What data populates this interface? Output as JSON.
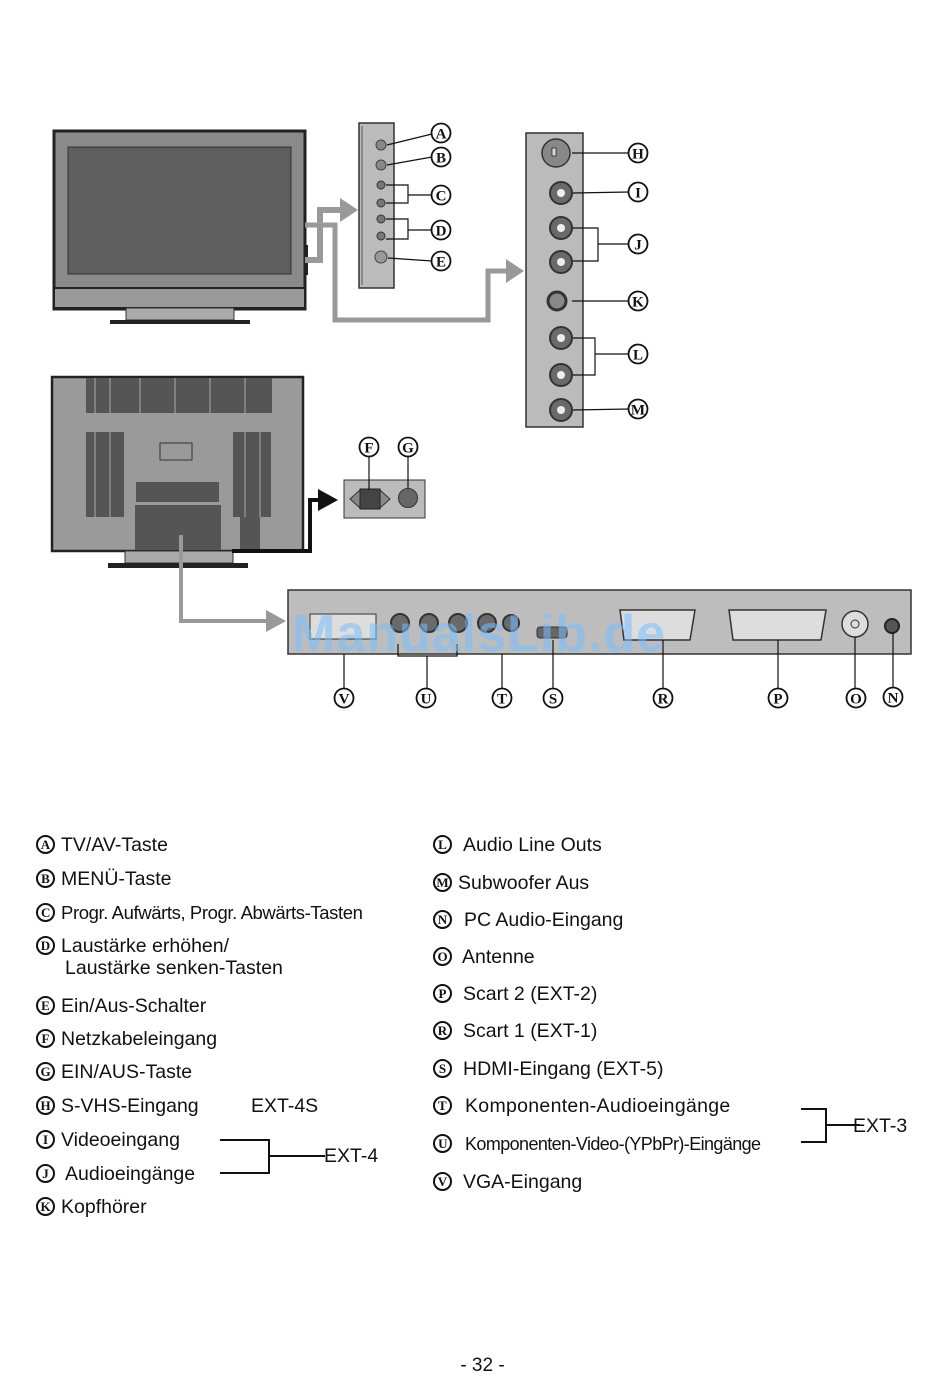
{
  "diagram": {
    "front_panel_labels": [
      "A",
      "B",
      "C",
      "D",
      "E"
    ],
    "side_panel_labels": [
      "H",
      "I",
      "J",
      "K",
      "L",
      "M"
    ],
    "power_labels": [
      "F",
      "G"
    ],
    "rear_panel_labels": [
      "V",
      "U",
      "T",
      "S",
      "R",
      "P",
      "O",
      "N"
    ],
    "watermark": "ManualsLib.de"
  },
  "legend": {
    "left": [
      {
        "letter": "A",
        "text": "TV/AV-Taste"
      },
      {
        "letter": "B",
        "text": "MENÜ-Taste"
      },
      {
        "letter": "C",
        "text": "Progr. Aufwärts, Progr. Abwärts-Tasten"
      },
      {
        "letter": "D",
        "text": "Laustärke erhöhen/",
        "text2": "Laustärke senken-Tasten"
      },
      {
        "letter": "E",
        "text": "Ein/Aus-Schalter"
      },
      {
        "letter": "F",
        "text": "Netzkabeleingang"
      },
      {
        "letter": "G",
        "text": "EIN/AUS-Taste"
      },
      {
        "letter": "H",
        "text": "S-VHS-Eingang"
      },
      {
        "letter": "I",
        "text": "Videoeingang"
      },
      {
        "letter": "J",
        "text": "Audioeingänge"
      },
      {
        "letter": "K",
        "text": "Kopfhörer"
      }
    ],
    "right": [
      {
        "letter": "L",
        "text": "Audio Line Outs"
      },
      {
        "letter": "M",
        "text": "Subwoofer Aus"
      },
      {
        "letter": "N",
        "text": "PC Audio-Eingang"
      },
      {
        "letter": "O",
        "text": "Antenne"
      },
      {
        "letter": "P",
        "text": "Scart 2 (EXT-2)"
      },
      {
        "letter": "R",
        "text": "Scart 1 (EXT-1)"
      },
      {
        "letter": "S",
        "text": "HDMI-Eingang (EXT-5)"
      },
      {
        "letter": "T",
        "text": "Komponenten-Audioeingänge"
      },
      {
        "letter": "U",
        "text": "Komponenten-Video-(YPbPr)-Eingänge"
      },
      {
        "letter": "V",
        "text": "VGA-Eingang"
      }
    ],
    "ext_4s": "EXT-4S",
    "ext_4": "EXT-4",
    "ext_3": "EXT-3"
  },
  "page_number": "- 32 -"
}
